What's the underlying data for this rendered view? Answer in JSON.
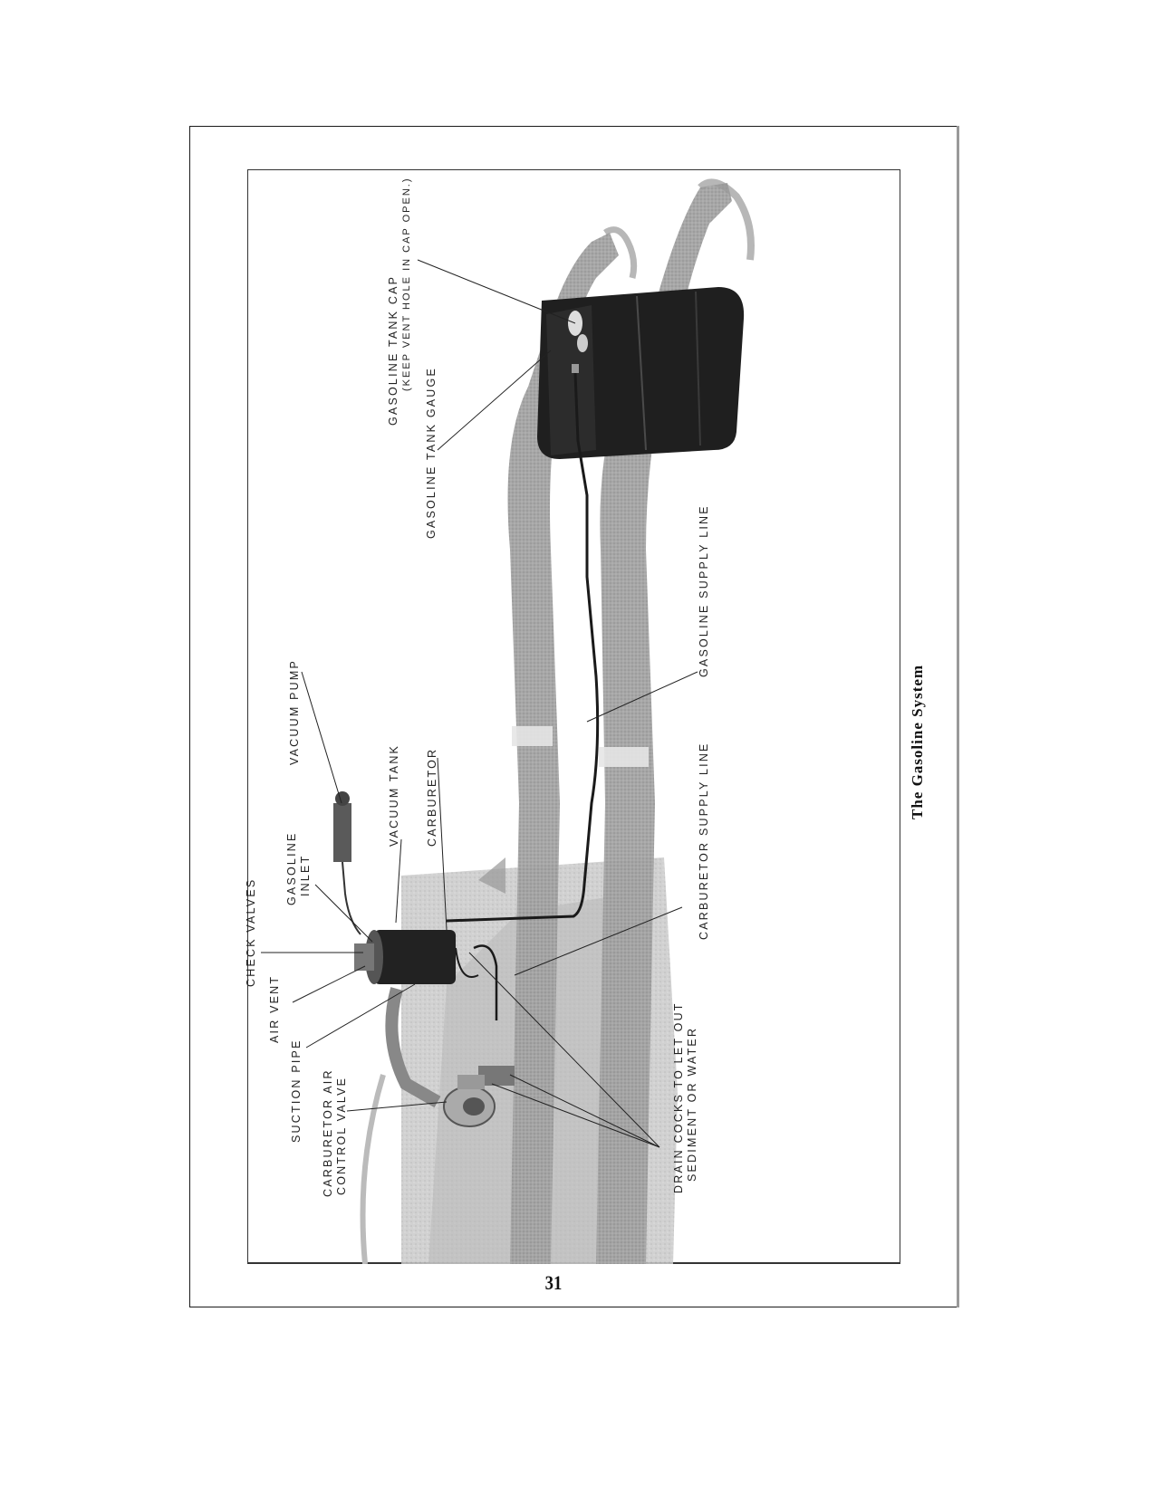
{
  "page": {
    "page_number": "31",
    "caption": "The Gasoline System"
  },
  "figure": {
    "labels": {
      "gasoline_tank_cap": "GASOLINE TANK CAP",
      "gasoline_tank_cap_note": "(KEEP VENT HOLE IN CAP OPEN.)",
      "gasoline_tank_gauge": "GASOLINE TANK GAUGE",
      "gasoline_supply_line": "GASOLINE SUPPLY LINE",
      "carburetor_supply_line": "CARBURETOR SUPPLY LINE",
      "drain_cocks_1": "DRAIN COCKS TO LET OUT",
      "drain_cocks_2": "SEDIMENT OR WATER",
      "vacuum_pump": "VACUUM PUMP",
      "vacuum_tank": "VACUUM TANK",
      "carburetor": "CARBURETOR",
      "gasoline_inlet_1": "GASOLINE",
      "gasoline_inlet_2": "INLET",
      "check_valves": "CHECK VALVES",
      "air_vent": "AIR VENT",
      "suction_pipe": "SUCTION PIPE",
      "carburetor_air_1": "CARBURETOR AIR",
      "carburetor_air_2": "CONTROL VALVE"
    },
    "colors": {
      "frame_rails": "#9c9c9c",
      "tank": "#1f1f1f",
      "engine": "#b4b4b4",
      "ink": "#222222"
    }
  }
}
